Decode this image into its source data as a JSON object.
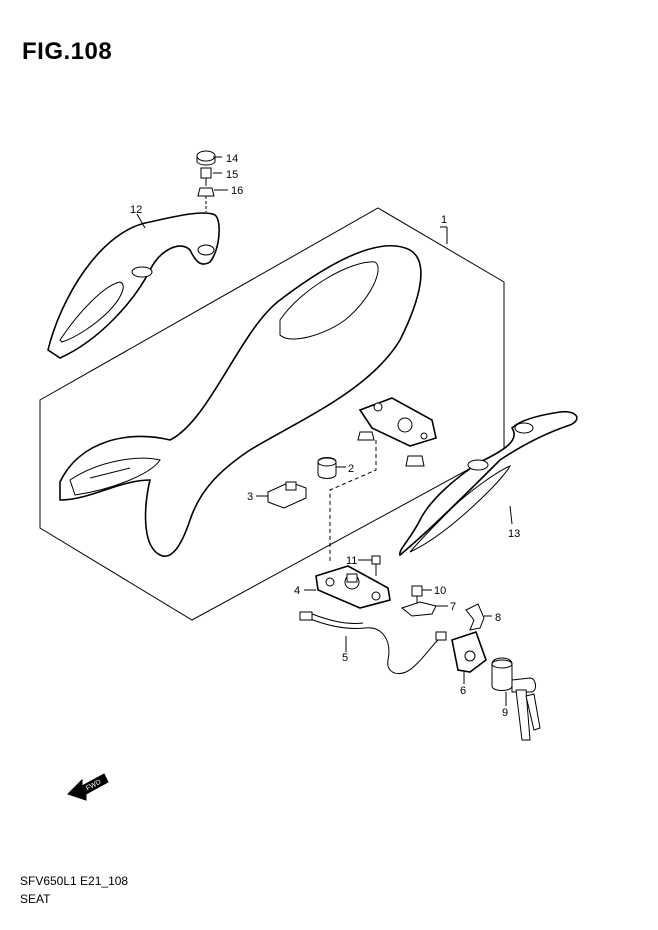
{
  "figure": {
    "title": "FIG.108"
  },
  "footer": {
    "code": "SFV650L1 E21_108",
    "name": "SEAT"
  },
  "fwd_label": "FWD",
  "parts": [
    {
      "num": "1"
    },
    {
      "num": "2"
    },
    {
      "num": "3"
    },
    {
      "num": "4"
    },
    {
      "num": "5"
    },
    {
      "num": "6"
    },
    {
      "num": "7"
    },
    {
      "num": "8"
    },
    {
      "num": "9"
    },
    {
      "num": "10"
    },
    {
      "num": "11"
    },
    {
      "num": "12"
    },
    {
      "num": "13"
    },
    {
      "num": "14"
    },
    {
      "num": "15"
    },
    {
      "num": "16"
    }
  ]
}
